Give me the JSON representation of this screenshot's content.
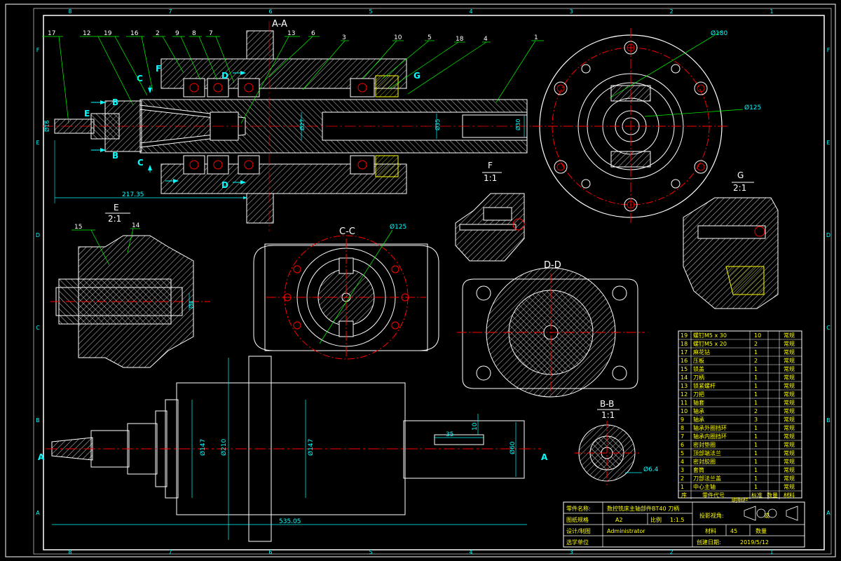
{
  "views": {
    "aa": "A-A",
    "cc": "C-C",
    "dd": "D-D",
    "bb": "B-B",
    "bb_scale": "1:1",
    "e": "E",
    "e_scale": "2:1",
    "f": "F",
    "f_scale": "1:1",
    "g": "G",
    "g_scale": "2:1"
  },
  "section_markers": {
    "a": "A",
    "b": "B",
    "c": "C",
    "d": "D",
    "e": "E",
    "f": "F",
    "g": "G"
  },
  "balloons": [
    "17",
    "12",
    "19",
    "16",
    "2",
    "9",
    "8",
    "7",
    "13",
    "6",
    "3",
    "10",
    "5",
    "18",
    "4",
    "1",
    "15",
    "14"
  ],
  "dimensions": {
    "len_aa": "217.35",
    "dia_16": "Ø16",
    "dia_27": "Ø27",
    "dia_35": "Ø35",
    "dia_30": "Ø30",
    "dia_180": "Ø180",
    "dia_125_top": "Ø125",
    "dia_125_cc": "Ø125",
    "dia_147_left": "Ø147",
    "dia_210": "Ø210",
    "dia_147_right": "Ø147",
    "key_35": "35",
    "key_10": "10",
    "dia_60": "Ø60",
    "len_total": "535.05",
    "dia_4": "Ø4",
    "dia_64": "Ø6.4"
  },
  "border": {
    "cols": [
      "8",
      "7",
      "6",
      "5",
      "4",
      "3",
      "2",
      "1"
    ],
    "rows": [
      "F",
      "E",
      "D",
      "C",
      "B",
      "A"
    ]
  },
  "bom": {
    "rows": [
      {
        "no": "19",
        "name": "螺钉M5 x 30",
        "qty": "10",
        "mat": "常规"
      },
      {
        "no": "18",
        "name": "螺钉M5 x 20",
        "qty": "2",
        "mat": "常规"
      },
      {
        "no": "17",
        "name": "麻花钻",
        "qty": "1",
        "mat": "常规"
      },
      {
        "no": "16",
        "name": "压板",
        "qty": "2",
        "mat": "常规"
      },
      {
        "no": "15",
        "name": "锁盖",
        "qty": "1",
        "mat": "常规"
      },
      {
        "no": "14",
        "name": "刀柄",
        "qty": "1",
        "mat": "常规"
      },
      {
        "no": "13",
        "name": "锁紧螺杆",
        "qty": "1",
        "mat": "常规"
      },
      {
        "no": "12",
        "name": "刀把",
        "qty": "1",
        "mat": "常规"
      },
      {
        "no": "11",
        "name": "轴套",
        "qty": "1",
        "mat": "常规"
      },
      {
        "no": "10",
        "name": "轴承",
        "qty": "2",
        "mat": "常规"
      },
      {
        "no": "9",
        "name": "轴承",
        "qty": "3",
        "mat": "常规"
      },
      {
        "no": "8",
        "name": "轴承外圈挡环",
        "qty": "1",
        "mat": "常规"
      },
      {
        "no": "7",
        "name": "轴承内圈挡环",
        "qty": "1",
        "mat": "常规"
      },
      {
        "no": "6",
        "name": "密封垫圈",
        "qty": "1",
        "mat": "常规"
      },
      {
        "no": "5",
        "name": "顶部端法兰",
        "qty": "1",
        "mat": "常规"
      },
      {
        "no": "4",
        "name": "密封胶圈",
        "qty": "1",
        "mat": "常规"
      },
      {
        "no": "3",
        "name": "套筒",
        "qty": "1",
        "mat": "常规"
      },
      {
        "no": "2",
        "name": "刀部法兰盖",
        "qty": "1",
        "mat": "常规"
      },
      {
        "no": "1",
        "name": "中心主轴",
        "qty": "1",
        "mat": "常规"
      }
    ],
    "head": {
      "no": "序",
      "name": "零件代号",
      "spec": "标准",
      "qty": "数量",
      "mat": "材料"
    },
    "caption": "明细栏"
  },
  "title_block": {
    "part_label": "零件名称:",
    "part_value": "数控铣床主轴部件BT40 刀柄",
    "drawing_size_label": "图纸规格",
    "drawing_size_value": "A2",
    "scale_label": "比例",
    "scale_value": "1:1.5",
    "projection_label": "投影视角:",
    "projection_or": "或",
    "designer_label": "设计/制图",
    "designer_value": "Administrator",
    "material_label": "材料",
    "material_value": "45",
    "qty_label": "数量",
    "unit_label": "选学单位",
    "date_label": "创建日期:",
    "date_value": "2019/5/12"
  },
  "colors": {
    "background": "#000000",
    "outline": "#ffffff",
    "dimension": "#00ffff",
    "leader": "#00ff00",
    "center": "#ff0000",
    "label": "#00ffff",
    "text_yellow": "#ffff00"
  }
}
